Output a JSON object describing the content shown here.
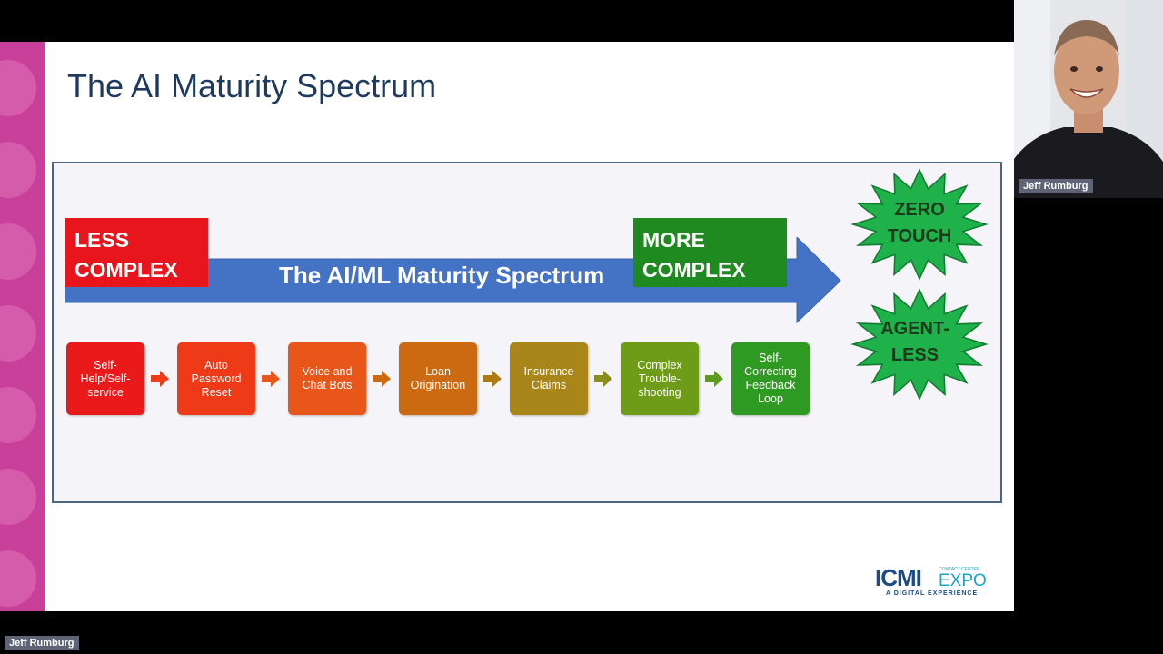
{
  "slide": {
    "title": "The AI Maturity Spectrum",
    "less_complex": [
      "LESS",
      "COMPLEX"
    ],
    "more_complex": [
      "MORE",
      "COMPLEX"
    ],
    "arrow_label": "The AI/ML Maturity Spectrum",
    "stages": [
      {
        "label": "Self-Help/Self-service",
        "color": "#ea1a1a"
      },
      {
        "label": "Auto Password Reset",
        "color": "#ee3a17"
      },
      {
        "label": "Voice and Chat Bots",
        "color": "#e8561a"
      },
      {
        "label": "Loan Origination",
        "color": "#cc6a12"
      },
      {
        "label": "Insurance Claims",
        "color": "#a8861a"
      },
      {
        "label": "Complex Trouble-shooting",
        "color": "#6f9c18"
      },
      {
        "label": "Self-Correcting Feedback Loop",
        "color": "#2f9a22"
      }
    ],
    "chevron_colors": [
      "#ee3a17",
      "#e8561a",
      "#cc6a12",
      "#b07a12",
      "#8a8e1a",
      "#5d9c1e"
    ],
    "stars": [
      {
        "line1": "ZERO",
        "line2": "TOUCH"
      },
      {
        "line1": "AGENT-",
        "line2": "LESS"
      }
    ],
    "colors": {
      "pink_bar": "#c9409a",
      "arrow": "#4472c4",
      "star": "#1fb24a",
      "less": "#e8151c",
      "more": "#1f8a1f"
    }
  },
  "logo": {
    "brand": "ICMI",
    "event": "EXPO",
    "event_top": "CONTACT CENTER",
    "tagline": "A DIGITAL EXPERIENCE"
  },
  "participants": {
    "webcam_name": "Jeff Rumburg",
    "bottom_name": "Jeff Rumburg"
  }
}
